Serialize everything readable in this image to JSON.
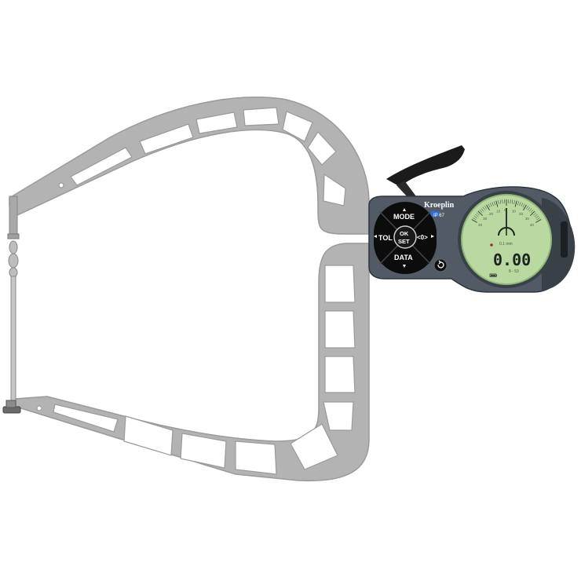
{
  "device": {
    "brand": "Kroeplin",
    "model_badge": "IP 67",
    "colors": {
      "frame": "#b3b3b3",
      "frame_edge": "#9a9a9a",
      "body": "#525a66",
      "body_dark": "#2f353d",
      "keypad": "#0c0c0c",
      "lcd": "#b9d9a0",
      "lcd_dark": "#8fb878",
      "lever": "#1b1b1b"
    }
  },
  "keypad": {
    "mode_label": "MODE",
    "data_label": "DATA",
    "tol_label": "TOL",
    "zero_label": "<0>",
    "ok_label": "OK",
    "set_label": "SET"
  },
  "display": {
    "reading": "0.00",
    "resolution": "0.1 mm",
    "tolerance_range": "8 - 53",
    "dial_scale_labels": [
      "40",
      "30",
      "20",
      "10",
      "0",
      "10",
      "20",
      "30",
      "40"
    ]
  },
  "icons": {
    "reset_button": "reset-icon",
    "up_arrow": "up-triangle-icon",
    "down_arrow": "down-triangle-icon",
    "left_arrow": "left-triangle-icon",
    "right_arrow": "right-triangle-icon",
    "battery": "battery-icon"
  }
}
